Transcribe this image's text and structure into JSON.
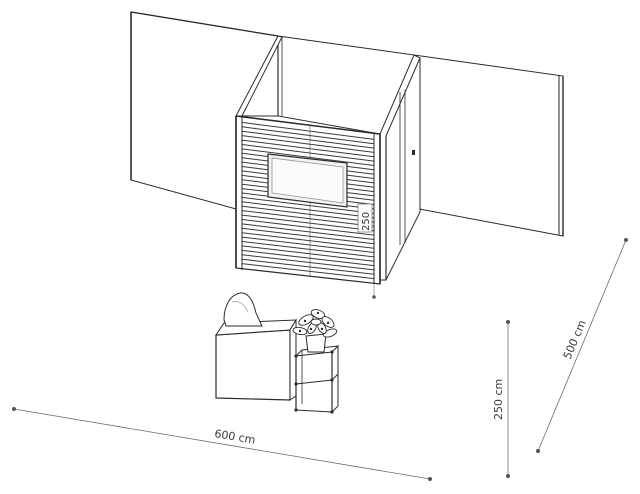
{
  "dimensions": {
    "width_label": "600 cm",
    "depth_label": "500 cm",
    "height_label": "250 cm",
    "wall_height_tag": "250"
  },
  "colors": {
    "line": "#2b2b2b",
    "dim_line": "#6d6d6d",
    "panel_fill": "#ffffff",
    "slat_dark": "#3b3b3b",
    "window_fill": "#f1f1f1"
  }
}
